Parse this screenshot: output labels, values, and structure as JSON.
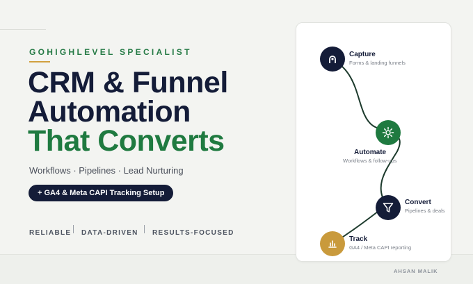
{
  "eyebrow": "GOHIGHLEVEL SPECIALIST",
  "headline": {
    "line1": "CRM & Funnel",
    "line2": "Automation",
    "line3": "That Converts"
  },
  "subline": "Workflows · Pipelines · Lead Nurturing",
  "pill": "+ GA4 & Meta CAPI Tracking Setup",
  "values": [
    "RELIABLE",
    "DATA-DRIVEN",
    "RESULTS-FOCUSED"
  ],
  "steps": [
    {
      "title": "Capture",
      "desc": "Forms & landing funnels",
      "icon": "lock-icon",
      "color": "#141c38"
    },
    {
      "title": "Automate",
      "desc": "Workflows & follow-ups",
      "icon": "gear-icon",
      "color": "#1f7a40"
    },
    {
      "title": "Convert",
      "desc": "Pipelines & deals",
      "icon": "funnel-icon",
      "color": "#141c38"
    },
    {
      "title": "Track",
      "desc": "GA4 / Meta CAPI reporting",
      "icon": "bar-chart-icon",
      "color": "#c99a3c"
    }
  ],
  "author": "AHSAN MALIK",
  "colors": {
    "navy": "#141c38",
    "green": "#1f7a40",
    "gold": "#c99a3c"
  }
}
